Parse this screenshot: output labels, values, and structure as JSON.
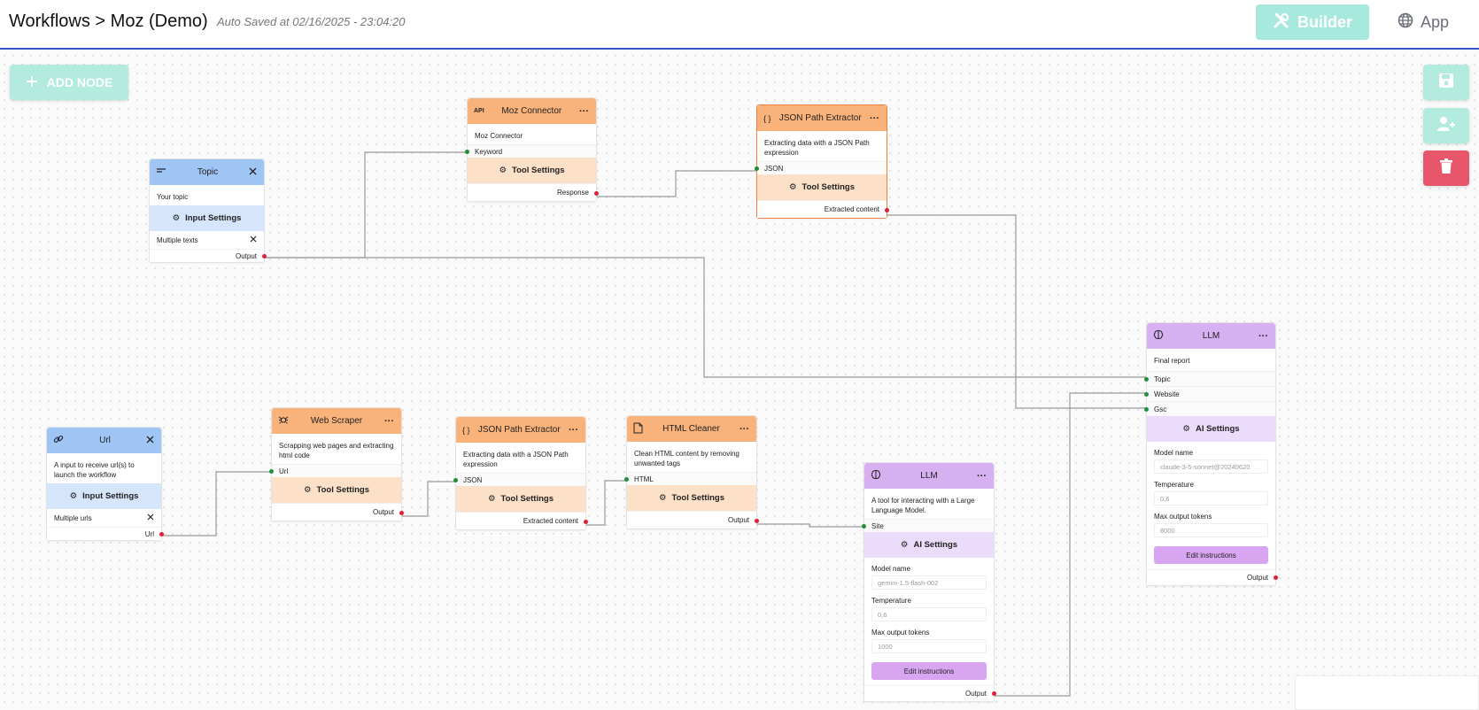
{
  "header": {
    "breadcrumb": "Workflows > Moz (Demo)",
    "autosave": "Auto Saved at 02/16/2025 - 23:04:20",
    "builder_label": "Builder",
    "app_label": "App"
  },
  "toolbar": {
    "add_node_label": "ADD NODE"
  },
  "nodes": {
    "topic": {
      "title": "Topic",
      "description": "Your topic",
      "settings_label": "Input Settings",
      "multi_label": "Multiple texts",
      "output_label": "Output"
    },
    "url": {
      "title": "Url",
      "description": "A input to receive url(s) to launch the workflow",
      "settings_label": "Input Settings",
      "multi_label": "Multiple urls",
      "output_label": "Url"
    },
    "moz": {
      "badge": "API",
      "title": "Moz Connector",
      "description": "Moz Connector",
      "input_label": "Keyword",
      "settings_label": "Tool Settings",
      "output_label": "Response"
    },
    "json_top": {
      "badge": "{ }",
      "title": "JSON Path Extractor",
      "description": "Extracting data with a JSON Path expression",
      "input_label": "JSON",
      "settings_label": "Tool Settings",
      "output_label": "Extracted content"
    },
    "scraper": {
      "title": "Web Scraper",
      "description": "Scrapping web pages and extracting html code",
      "input_label": "Url",
      "settings_label": "Tool Settings",
      "output_label": "Output"
    },
    "json_bottom": {
      "badge": "{ }",
      "title": "JSON Path Extractor",
      "description": "Extracting data with a JSON Path expression",
      "input_label": "JSON",
      "settings_label": "Tool Settings",
      "output_label": "Extracted content"
    },
    "cleaner": {
      "title": "HTML Cleaner",
      "description": "Clean HTML content by removing unwanted tags",
      "input_label": "HTML",
      "settings_label": "Tool Settings",
      "output_label": "Output"
    },
    "llm_small": {
      "title": "LLM",
      "description": "A tool for interacting with a Large Language Model.",
      "input_label": "Site",
      "settings_label": "AI Settings",
      "model_label": "Model name",
      "model_value": "gemini-1.5-flash-002",
      "temp_label": "Temperature",
      "temp_value": "0,6",
      "tokens_label": "Max output tokens",
      "tokens_value": "1000",
      "edit_label": "Edit instructions",
      "output_label": "Output"
    },
    "llm_final": {
      "title": "LLM",
      "description": "Final report",
      "input1_label": "Topic",
      "input2_label": "Website",
      "input3_label": "Gsc",
      "settings_label": "AI Settings",
      "model_label": "Model name",
      "model_value": "claude-3-5-sonnet@20240620",
      "temp_label": "Temperature",
      "temp_value": "0,6",
      "tokens_label": "Max output tokens",
      "tokens_value": "8000",
      "edit_label": "Edit instructions",
      "output_label": "Output"
    }
  },
  "colors": {
    "header_border": "#3553c4",
    "builder_bg": "#a8e9dd",
    "delete_bg": "#e8566c",
    "input_node_head": "#9ec5f4",
    "tool_node_head": "#f9b27a",
    "ai_node_head": "#d6b0f0",
    "input_handle": "#1f8f3a",
    "output_handle": "#e0203a"
  }
}
